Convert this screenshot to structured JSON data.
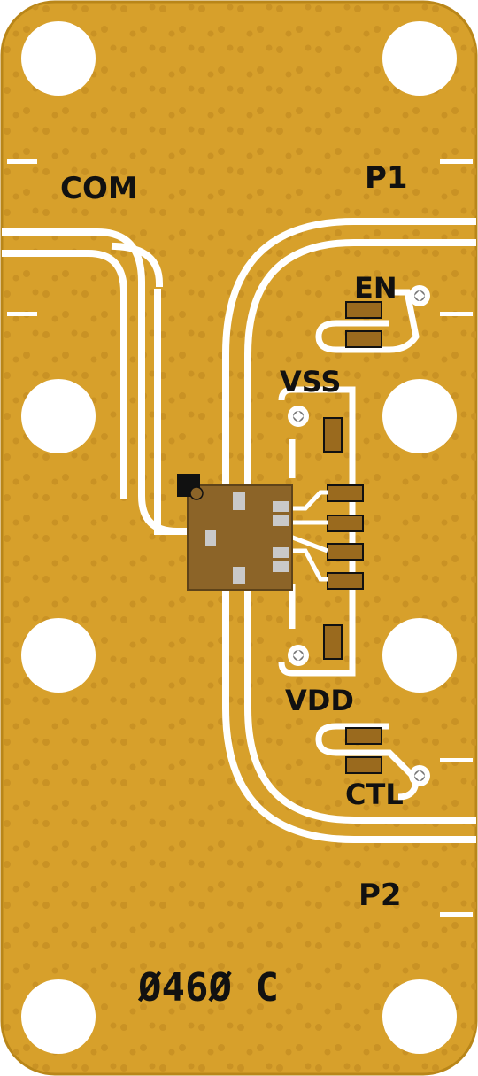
{
  "board": {
    "labels": {
      "com": "COM",
      "p1": "P1",
      "en": "EN",
      "vss": "VSS",
      "vdd": "VDD",
      "ctl": "CTL",
      "p2": "P2",
      "part_number": "Ø46Ø C"
    },
    "colors": {
      "substrate": "#D7A02B",
      "edge": "#B98619",
      "trace": "#FFFFFF",
      "via": "#C99224",
      "component_body": "#9A6A1E",
      "component_pad": "#B07A24",
      "component_outline": "#111111",
      "ic_body": "#8C6428",
      "ic_pad": "#C9C9C9",
      "silkscreen": "#111111"
    }
  }
}
